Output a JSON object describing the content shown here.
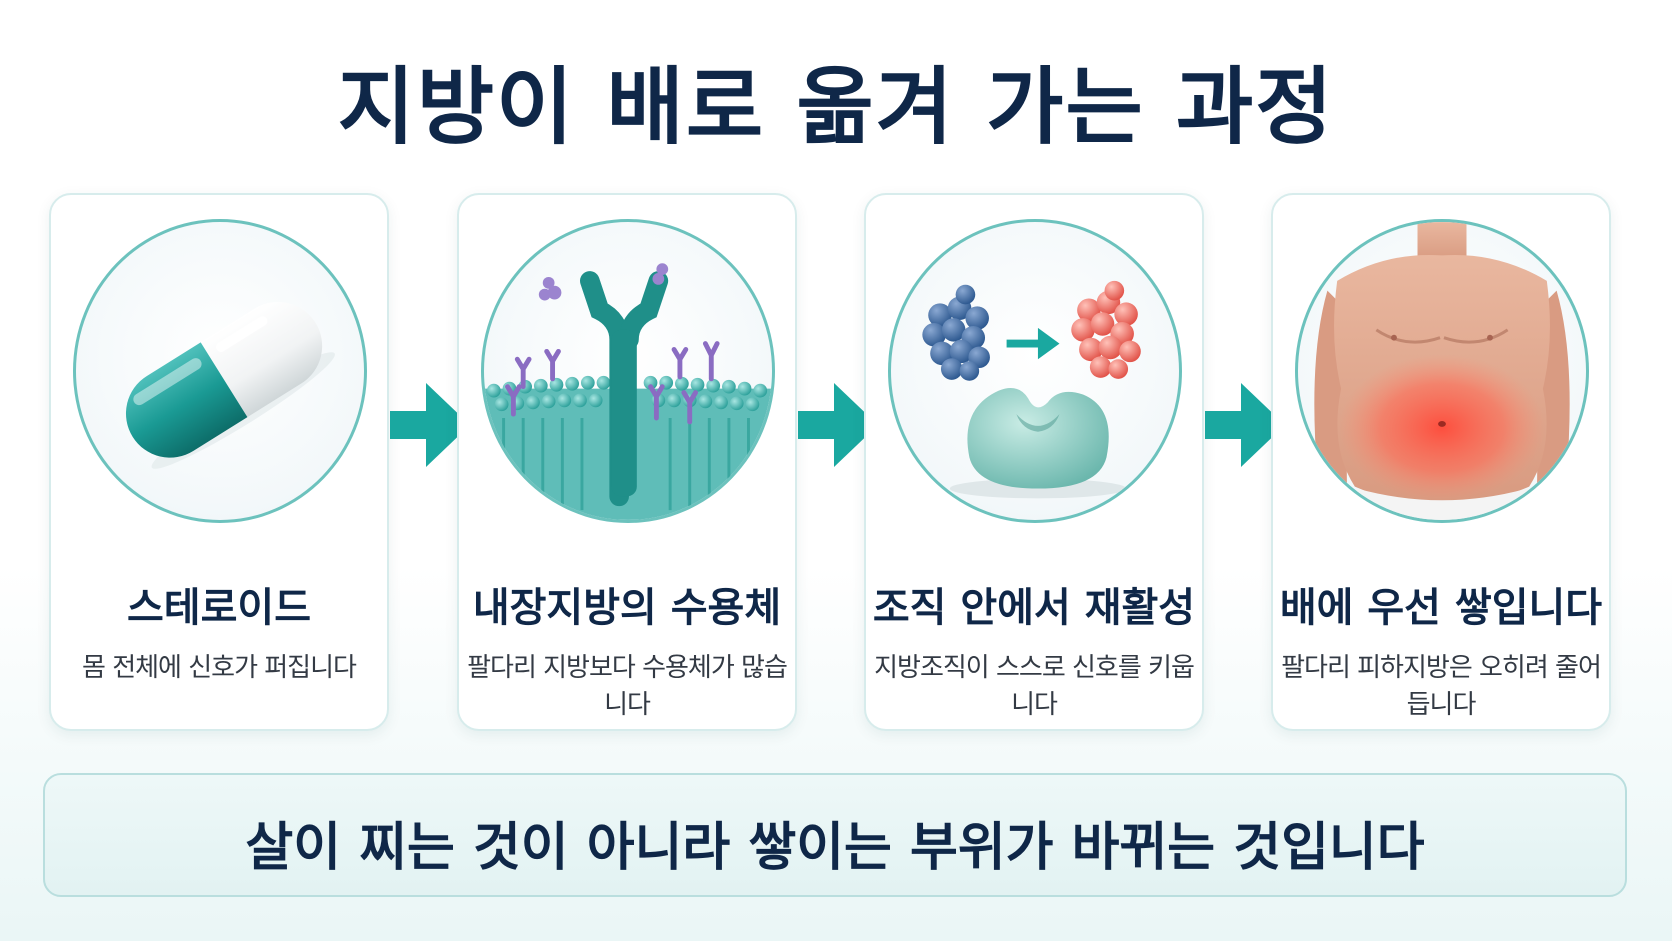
{
  "title": "지방이 배로 옮겨 가는 과정",
  "colors": {
    "title": "#0f2748",
    "accent": "#1aa8a0",
    "border": "#6cc2bd",
    "belly_highlight": "#ff5a4a"
  },
  "steps": [
    {
      "title": "스테로이드",
      "description": "몸 전체에 신호가 퍼집니다",
      "icon": "capsule-icon"
    },
    {
      "title": "내장지방의 수용체",
      "description": "팔다리 지방보다 수용체가 많습니다",
      "icon": "receptor-membrane-icon"
    },
    {
      "title": "조직 안에서 재활성",
      "description": "지방조직이 스스로 신호를 키웁니다",
      "icon": "enzyme-activation-icon"
    },
    {
      "title": "배에 우선 쌓입니다",
      "description": "팔다리 피하지방은 오히려 줄어듭니다",
      "icon": "abdomen-torso-icon"
    }
  ],
  "arrow_icon": "right-arrow-icon",
  "conclusion": "살이 찌는 것이 아니라 쌓이는 부위가 바뀌는 것입니다"
}
